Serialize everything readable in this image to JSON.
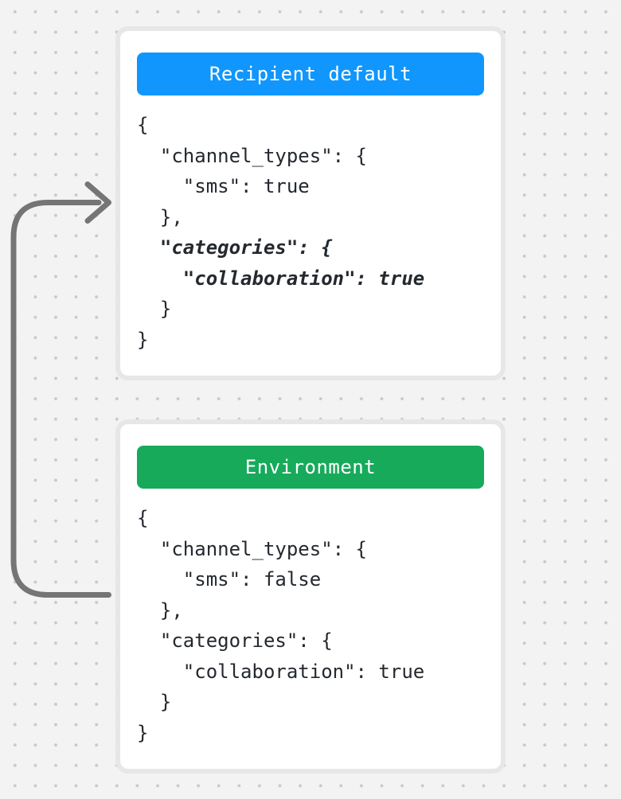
{
  "background": {
    "color": "#f3f3f3",
    "dot_color": "#c9c9c9"
  },
  "arrow": {
    "color": "#757575"
  },
  "cards": [
    {
      "title": "Recipient default",
      "accent_color": "#1096fc",
      "code_lines": [
        "{",
        "  \"channel_types\": {",
        "    \"sms\": true",
        "  },",
        "  \"categories\": {",
        "    \"collaboration\": true",
        "  }",
        "}"
      ],
      "emphasized_line_indexes": [
        4,
        5
      ]
    },
    {
      "title": "Environment",
      "accent_color": "#17aa5b",
      "code_lines": [
        "{",
        "  \"channel_types\": {",
        "    \"sms\": false",
        "  },",
        "  \"categories\": {",
        "    \"collaboration\": true",
        "  }",
        "}"
      ],
      "emphasized_line_indexes": []
    }
  ]
}
